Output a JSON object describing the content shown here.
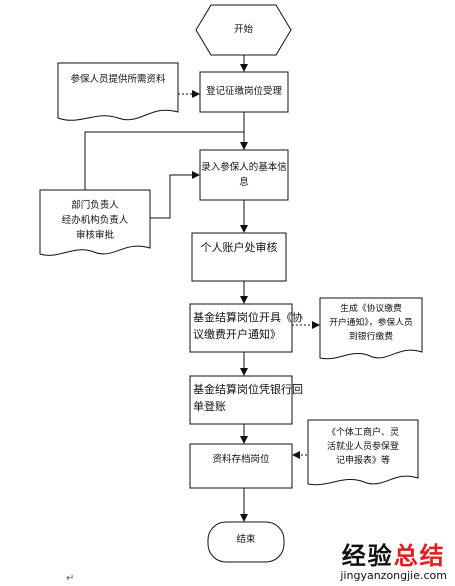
{
  "flowchart": {
    "start": "开始",
    "end": "结束",
    "steps": {
      "register": "登记征缴岗位受理",
      "enter_info": [
        "录入参保人的基本信",
        "息"
      ],
      "audit": "个人账户处审核",
      "issue_notice": [
        "基金结算岗位开具《协",
        "议缴费开户通知》"
      ],
      "bank_receipt": [
        "基金结算岗位凭银行回",
        "单登账"
      ],
      "archive": "资料存档岗位"
    },
    "documents": {
      "materials": "参保人员提供所需资料",
      "approval": [
        "部门负责人",
        "经办机构负责人",
        "审核审批"
      ],
      "notice": [
        "生成《协议缴费",
        "开户通知》，参保人员",
        "到银行缴费"
      ],
      "forms": [
        "《个体工商户、灵",
        "活就业人员参保登",
        "记申报表》等"
      ]
    }
  },
  "watermark": {
    "brand_a": "经验",
    "brand_b": "总结",
    "url": "jingyanzongjie.com"
  },
  "paragraph_mark": "↵"
}
